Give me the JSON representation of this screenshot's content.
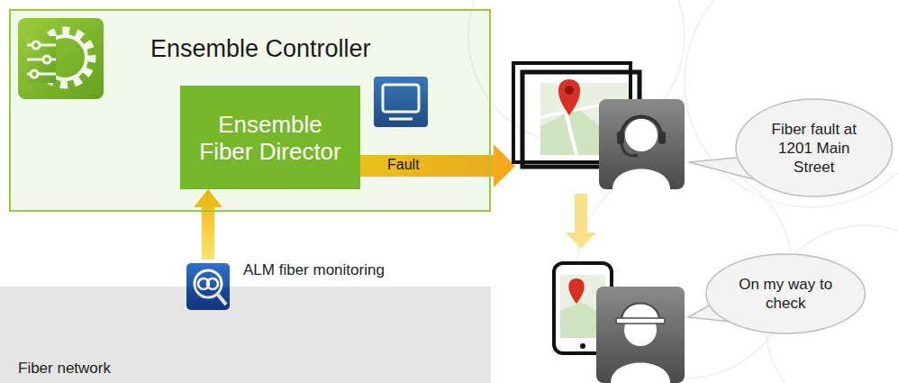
{
  "diagram": {
    "nodes": [
      {
        "text": [
          "Ensemble Controller"
        ]
      },
      {
        "text": [
          "Ensemble Fiber Director"
        ],
        "in": 0
      },
      {
        "text": [
          "Fiber fault at 1201 Main Street"
        ]
      },
      {
        "text": [
          "ALM fiber monitoring"
        ]
      },
      {
        "text": [
          "On my way to check"
        ]
      },
      {
        "text": [
          "Fiber network"
        ]
      }
    ],
    "edges": [
      {
        "from": 3,
        "to": 1,
        "arrow": "to"
      }
    ],
    "labels": [
      "Fault"
    ]
  }
}
